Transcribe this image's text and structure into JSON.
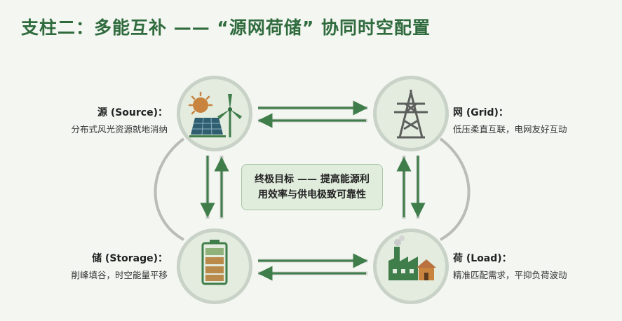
{
  "title": "支柱二：多能互补 —— “源网荷储” 协同时空配置",
  "goal": {
    "line1": "终极目标 —— 提高能源利",
    "line2": "用效率与供电极致可靠性"
  },
  "nodes": {
    "source": {
      "name": "源 (Source)：",
      "desc": "分布式风光资源就地消纳",
      "icon": "solar-wind-icon"
    },
    "grid": {
      "name": "网 (Grid)：",
      "desc": "低压柔直互联，电网友好互动",
      "icon": "transmission-tower-icon"
    },
    "storage": {
      "name": "储 (Storage)：",
      "desc": "削峰填谷，时空能量平移",
      "icon": "battery-icon"
    },
    "load": {
      "name": "荷 (Load)：",
      "desc": "精准匹配需求，平抑负荷波动",
      "icon": "factory-house-icon"
    }
  },
  "colors": {
    "title": "#2f6b3d",
    "arrow": "#3f7d4a",
    "circle_fill": "#e3ecdf",
    "ring": "#b7bcb6"
  }
}
